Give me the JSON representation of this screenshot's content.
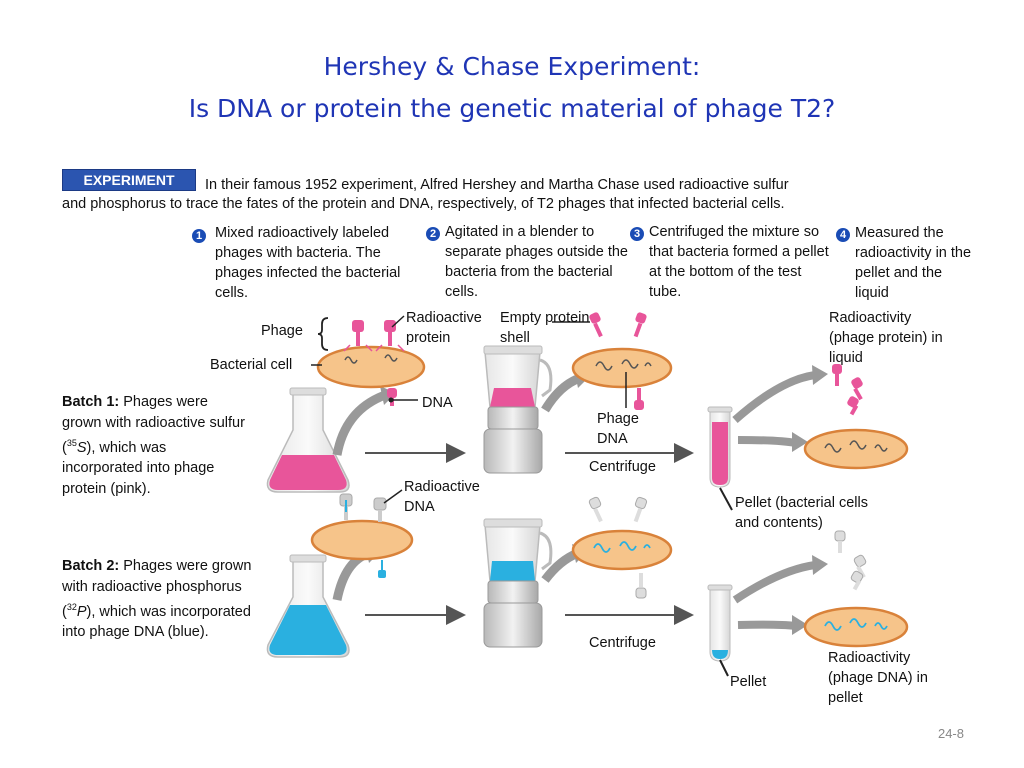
{
  "title": {
    "line1": "Hershey & Chase Experiment:",
    "line2": "Is DNA or protein the genetic material of phage T2?"
  },
  "experiment_badge": "EXPERIMENT",
  "intro": {
    "line1": "In their famous 1952 experiment, Alfred Hershey and Martha Chase used radioactive sulfur",
    "line2": "and phosphorus to trace the fates of the protein and DNA, respectively, of T2 phages that infected bacterial cells."
  },
  "steps": [
    {
      "num": "1",
      "text": "Mixed radioactively labeled phages with bacteria. The phages infected the bacterial cells."
    },
    {
      "num": "2",
      "text": "Agitated in a blender to separate phages outside the bacteria from the bacterial cells."
    },
    {
      "num": "3",
      "text": "Centrifuged the mixture so that bacteria formed a pellet at the bottom of the test tube."
    },
    {
      "num": "4",
      "text": "Measured the radioactivity in the pellet and the liquid"
    }
  ],
  "labels": {
    "phage": "Phage",
    "bacterial_cell": "Bacterial cell",
    "radioactive_protein": "Radioactive protein",
    "empty_protein_shell": "Empty protein shell",
    "dna": "DNA",
    "phage_dna": "Phage DNA",
    "centrifuge_top": "Centrifuge",
    "radioactive_dna": "Radioactive DNA",
    "radioactivity_liquid": "Radioactivity (phage protein) in liquid",
    "pellet_bacterial": "Pellet (bacterial cells and contents)",
    "centrifuge_bottom": "Centrifuge",
    "pellet": "Pellet",
    "radioactivity_pellet": "Radioactivity (phage DNA) in pellet"
  },
  "batch1": {
    "bold": "Batch 1:",
    "text_a": " Phages were grown with radioactive sulfur (",
    "sup": "35",
    "italic": "S",
    "text_b": "), which was incorporated into phage protein (pink)."
  },
  "batch2": {
    "bold": "Batch 2:",
    "text_a": " Phages were grown with radioactive phosphorus (",
    "sup": "32",
    "italic": "P",
    "text_b": "), which was incorporated into phage DNA (blue)."
  },
  "slide_number": "24-8",
  "colors": {
    "title": "#1f35b5",
    "badge": "#2b55b0",
    "pink": "#e8559a",
    "blue": "#2ab0e0",
    "cell_fill": "#f6c48a",
    "cell_stroke": "#d9823a",
    "arrow": "#999999"
  }
}
